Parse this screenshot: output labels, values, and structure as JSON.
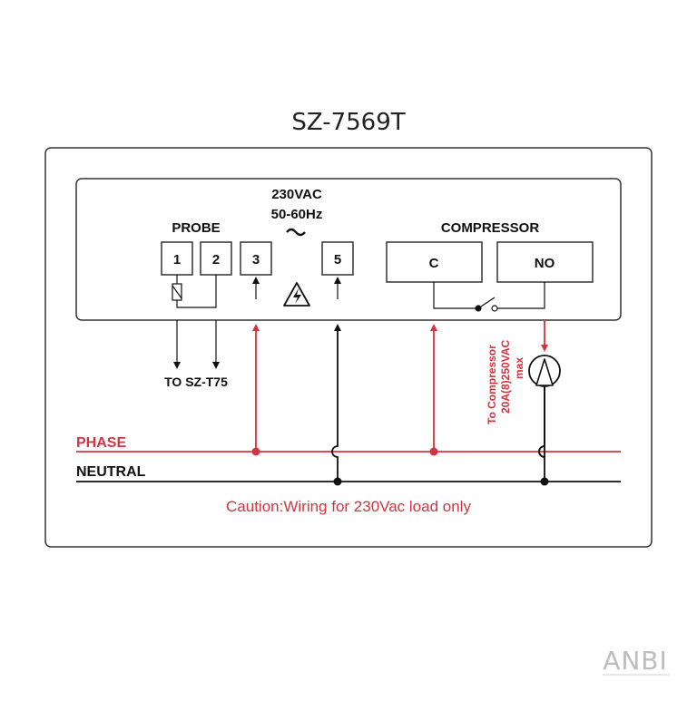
{
  "title": "SZ-7569T",
  "supply": {
    "voltage": "230VAC",
    "frequency": "50-60Hz",
    "ac_symbol": "~"
  },
  "probe": {
    "label": "PROBE",
    "terminal_1": "1",
    "terminal_2": "2",
    "destination": "TO SZ-T75"
  },
  "terminals": {
    "t3": "3",
    "t5": "5"
  },
  "compressor": {
    "label": "COMPRESSOR",
    "common": "C",
    "normally_open": "NO",
    "rating_line1": "To Compressor",
    "rating_line2": "20A(8)250VAC",
    "rating_line3": "max"
  },
  "lines": {
    "phase": "PHASE",
    "neutral": "NEUTRAL"
  },
  "caution": "Caution:Wiring for 230Vac load only",
  "brand": "ANBI",
  "colors": {
    "phase": "#d4343f",
    "neutral": "#111111",
    "outline": "#333333",
    "logo": "#bdbdbd"
  },
  "icons": {
    "warning": "high-voltage-warning-icon",
    "motor": "compressor-motor-icon"
  }
}
